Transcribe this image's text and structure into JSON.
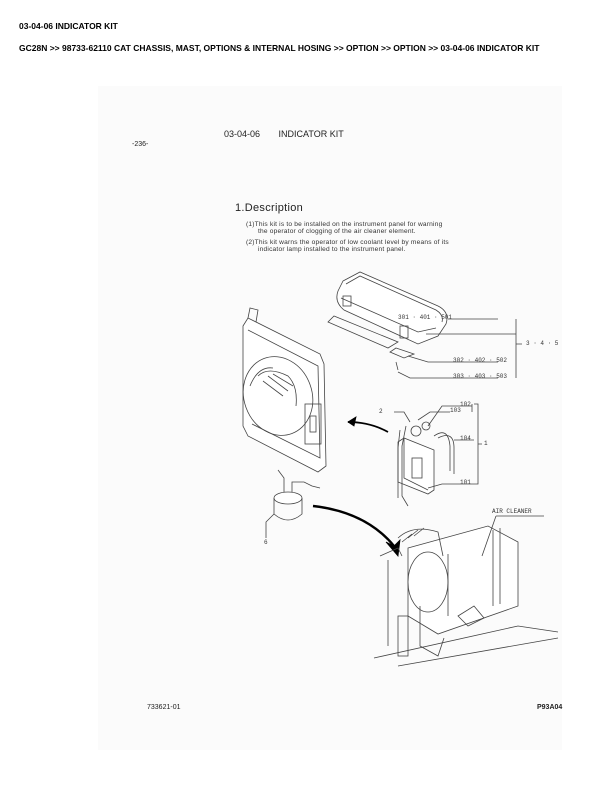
{
  "header": {
    "title": "03-04-06 INDICATOR KIT",
    "breadcrumb": "GC28N >> 98733-62110 CAT CHASSIS, MAST, OPTIONS & INTERNAL HOSING >> OPTION >> OPTION >> 03-04-06 INDICATOR KIT"
  },
  "page": {
    "page_number": "-236-",
    "section_code": "03-04-06",
    "section_name": "INDICATOR KIT",
    "description_heading": "1.Description",
    "description_items": [
      {
        "line1": "(1)This kit is to be installed on the instrument panel for warning",
        "line2": "the operator of clogging of the air cleaner element."
      },
      {
        "line1": "(2)This kit warns the operator of low coolant level by means of its",
        "line2": "indicator lamp installed to the instrument panel."
      }
    ],
    "callouts": {
      "c301": "301 · 401 · 501",
      "c302": "302 · 402 · 502",
      "c303": "303 · 403 · 503",
      "c345": "3 · 4 · 5",
      "c102": "102",
      "c103": "103",
      "c104": "104",
      "c101": "101",
      "c1": "1",
      "c2": "2",
      "c6": "6",
      "air_cleaner": "AIR CLEANER"
    },
    "footer_left": "733621-01",
    "footer_right": "P93A04"
  }
}
